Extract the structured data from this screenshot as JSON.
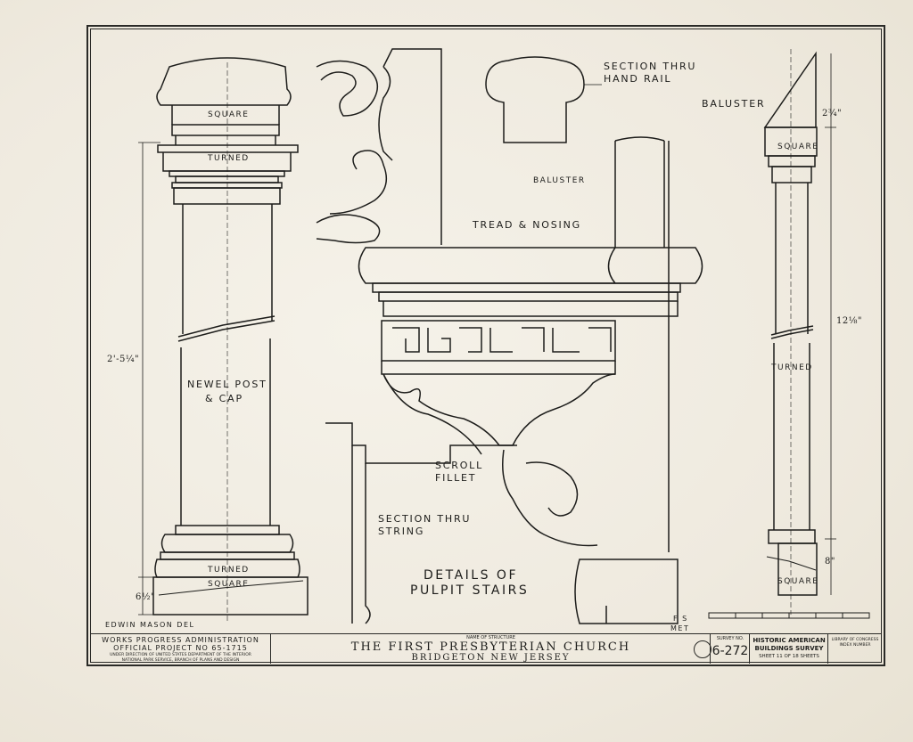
{
  "labels": {
    "square_top": "SQUARE",
    "turned_top": "TURNED",
    "newel_post": "NEWEL POST",
    "newel_cap": "& CAP",
    "turned_bottom": "TURNED",
    "square_bottom": "SQUARE",
    "dim_height": "2'-5¼\"",
    "dim_base": "6½\"",
    "section_handrail_1": "SECTION THRU",
    "section_handrail_2": "HAND RAIL",
    "baluster_middle": "BALUSTER",
    "tread_nosing": "TREAD & NOSING",
    "scroll": "SCROLL",
    "fillet": "FILLET",
    "section_string_1": "SECTION THRU",
    "section_string_2": "STRING",
    "details_1": "DETAILS OF",
    "details_2": "PULPIT STAIRS",
    "baluster_right": "BALUSTER",
    "square_right_top": "SQUARE",
    "turned_right": "TURNED",
    "square_right_bottom": "SQUARE",
    "dim_right_top": "2¾\"",
    "dim_right_mid": "12⅛\"",
    "dim_right_bottom": "8\"",
    "delineator": "EDWIN MASON DEL",
    "initials_1": "F S",
    "initials_2": "MET"
  },
  "titleblock": {
    "agency_1": "WORKS PROGRESS ADMINISTRATION",
    "agency_2": "OFFICIAL PROJECT NO 65-1715",
    "agency_3": "UNDER DIRECTION OF UNITED STATES DEPARTMENT OF THE INTERIOR",
    "agency_4": "NATIONAL PARK SERVICE, BRANCH OF PLANS AND DESIGN",
    "name_caption": "NAME OF STRUCTURE",
    "structure_name": "THE FIRST PRESBYTERIAN CHURCH",
    "location": "BRIDGETON NEW JERSEY",
    "survey_caption": "SURVEY NO.",
    "survey_no": "6-272",
    "habs_1": "HISTORIC AMERICAN",
    "habs_2": "BUILDINGS SURVEY",
    "sheet_text": "SHEET 11 OF 18 SHEETS",
    "library_1": "LIBRARY OF CONGRESS",
    "library_2": "INDEX NUMBER"
  },
  "colors": {
    "ink": "#1d1d1b",
    "paper": "#f1ede2"
  }
}
